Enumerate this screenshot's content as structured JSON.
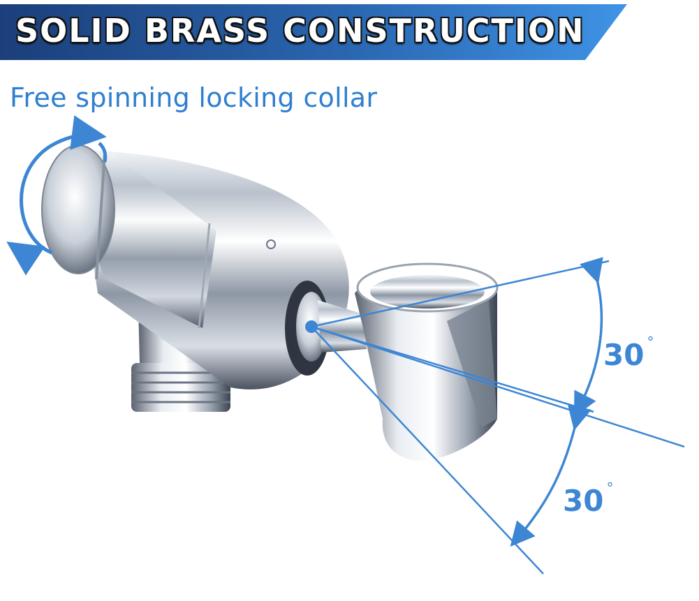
{
  "banner": {
    "title": "SOLID BRASS CONSTRUCTION"
  },
  "subtitle": "Free spinning locking collar",
  "angles": [
    {
      "value": "30",
      "unit": "°"
    },
    {
      "value": "30",
      "unit": "°"
    }
  ],
  "colors": {
    "banner_dark": "#1b3f7a",
    "banner_light": "#3f93e6",
    "accent_blue": "#3d86d4",
    "chrome_light": "#e6ebf1",
    "chrome_dark": "#3b4250"
  }
}
